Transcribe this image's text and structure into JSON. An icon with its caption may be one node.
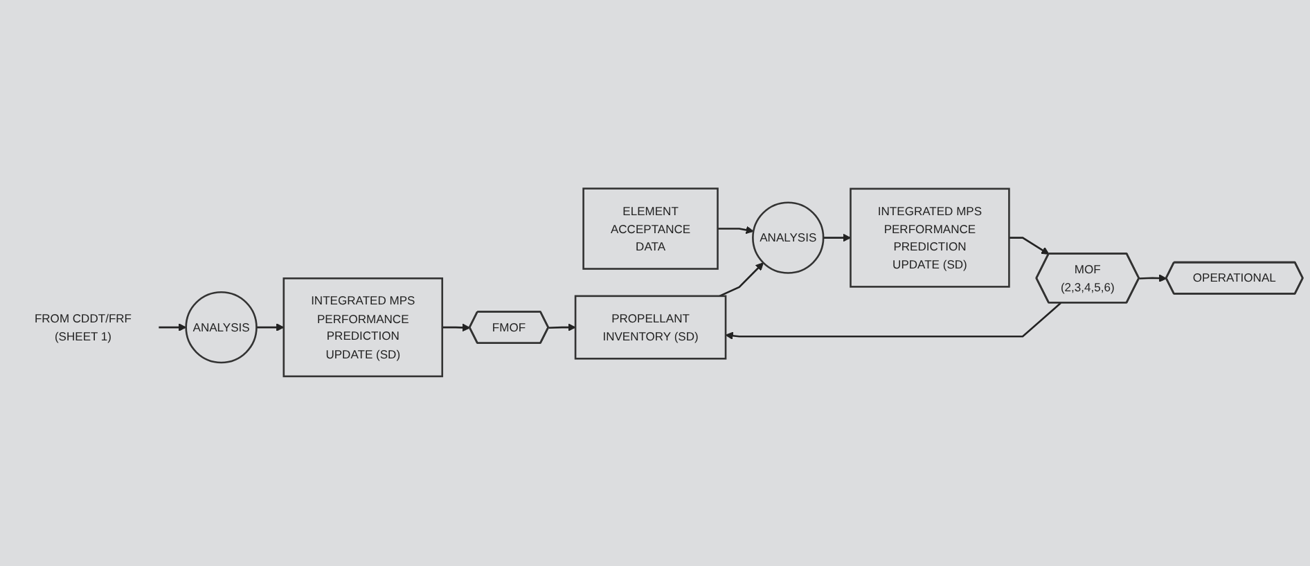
{
  "diagram": {
    "nodes": [
      {
        "text": [
          "FROM CDDT/FRF",
          "(SHEET 1)"
        ]
      },
      {
        "text": [
          "ANALYSIS"
        ]
      },
      {
        "text": [
          "INTEGRATED MPS PERFORMANCE PREDICTION UPDATE (SD)"
        ]
      },
      {
        "text": [
          "FMOF"
        ]
      },
      {
        "text": [
          "PROPELLANT INVENTORY (SD)"
        ]
      },
      {
        "text": [
          "ELEMENT ACCEPTANCE DATA"
        ]
      },
      {
        "text": [
          "ANALYSIS"
        ]
      },
      {
        "text": [
          "INTEGRATED MPS PERFORMANCE PREDICTION UPDATE (SD)"
        ]
      },
      {
        "text": [
          "MOF (2,3,4,5,6)"
        ]
      },
      {
        "text": [
          "OPERATIONAL"
        ]
      }
    ],
    "edges": [
      {
        "from": 0,
        "to": 1,
        "arrow": "to"
      },
      {
        "from": 1,
        "to": 2,
        "arrow": "to"
      },
      {
        "from": 2,
        "to": 3,
        "arrow": "to"
      },
      {
        "from": 3,
        "to": 4,
        "arrow": "to"
      },
      {
        "from": 5,
        "to": 6,
        "arrow": "to"
      },
      {
        "from": 4,
        "to": 6,
        "arrow": "to"
      },
      {
        "from": 6,
        "to": 7,
        "arrow": "to"
      },
      {
        "from": 7,
        "to": 8,
        "arrow": "to"
      },
      {
        "from": 8,
        "to": 9,
        "arrow": "to"
      },
      {
        "from": 8,
        "to": 4,
        "arrow": "to"
      }
    ]
  }
}
